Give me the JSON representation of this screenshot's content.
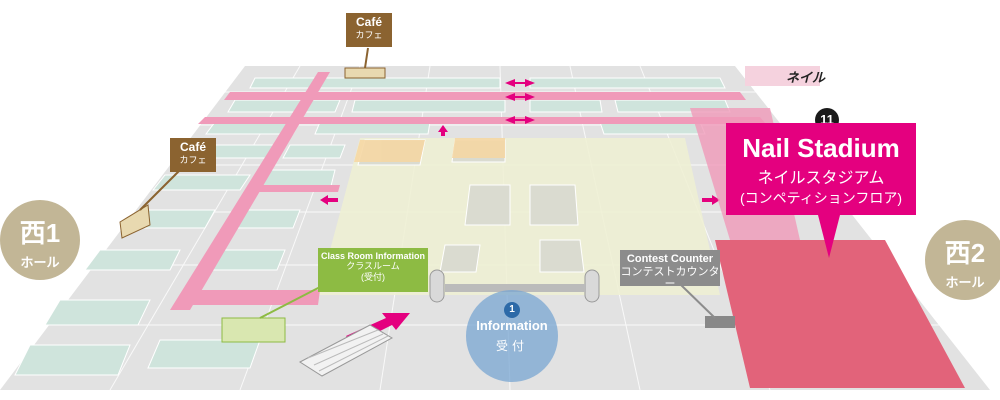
{
  "halls": {
    "west1": {
      "number": "西1",
      "label": "ホール"
    },
    "west2": {
      "number": "西2",
      "label": "ホール"
    }
  },
  "cafes": [
    {
      "label": "Café",
      "sub": "カフェ"
    },
    {
      "label": "Café",
      "sub": "カフェ"
    }
  ],
  "class_room": {
    "label": "Class Room Information",
    "sub": "クラスルーム",
    "note": "(受付)"
  },
  "contest_counter": {
    "label": "Contest Counter",
    "sub": "コンテストカウンター"
  },
  "nail_stadium": {
    "number": "11",
    "title": "Nail Stadium",
    "sub": "ネイルスタジアム",
    "note": "(コンペティションフロア)"
  },
  "information": {
    "number": "1",
    "label": "Information",
    "sub": "受付"
  },
  "nail_logo": "ネイル",
  "colors": {
    "accent": "#e4007f",
    "walkway": "#f09ab9",
    "floor": "#dcdcdc",
    "booth": "#cfe4dc",
    "hall_badge": "#c2b696",
    "cafe": "#8b6330",
    "class_room": "#8dbb43",
    "counter": "#8c8c8c",
    "info": "#78a5d2"
  }
}
